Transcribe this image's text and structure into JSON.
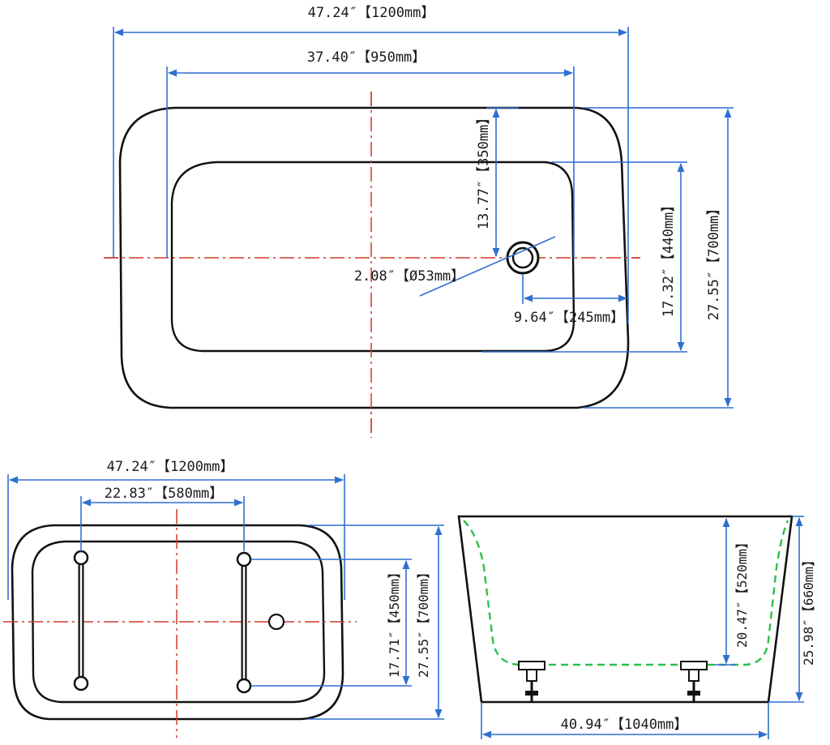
{
  "colors": {
    "dimension_line": "#2f6fd0",
    "center_line": "#d23a2a",
    "water_line": "#2fbf4a",
    "outline": "#111111"
  },
  "top_view": {
    "overall_length": "47.24″【1200mm】",
    "inner_length": "37.40″【950mm】",
    "drain_to_inner_edge": "13.77″【350mm】",
    "drain_diameter": "2.08″【Ø53mm】",
    "drain_offset": "9.64″【245mm】",
    "inner_width": "17.32″【440mm】",
    "overall_width": "27.55″【700mm】"
  },
  "bottom_view": {
    "overall_length": "47.24″【1200mm】",
    "foot_spacing": "22.83″【580mm】",
    "foot_width": "17.71″【450mm】",
    "overall_width": "27.55″【700mm】"
  },
  "side_view": {
    "water_depth": "20.47″【520mm】",
    "overall_height": "25.98″【660mm】",
    "base_length": "40.94″【1040mm】"
  }
}
